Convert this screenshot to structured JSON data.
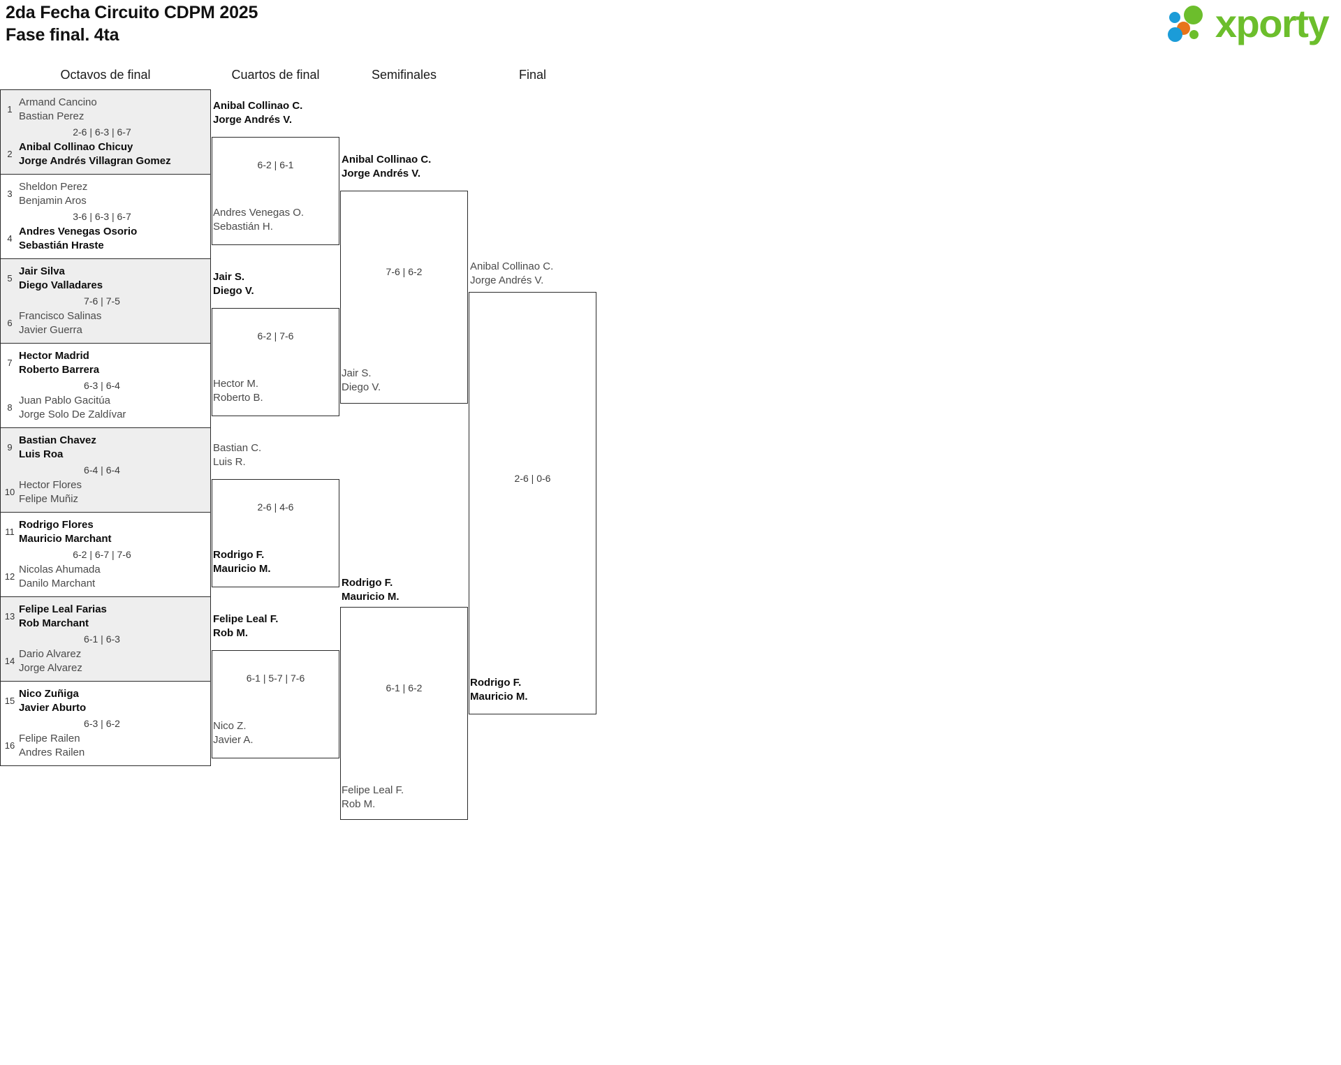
{
  "header": {
    "title_line1": "2da Fecha Circuito CDPM 2025",
    "title_line2": "Fase final. 4ta",
    "brand": "xporty",
    "brand_color": "#6cbe2c",
    "dot_colors": [
      "#1b9cd8",
      "#6cbe2c",
      "#e8741a",
      "#1b9cd8",
      "#6cbe2c"
    ]
  },
  "rounds": [
    {
      "label": "Octavos de final"
    },
    {
      "label": "Cuartos de final"
    },
    {
      "label": "Semifinales"
    },
    {
      "label": "Final"
    }
  ],
  "round1": [
    {
      "shaded": true,
      "score": "2-6 | 6-3 | 6-7",
      "top": {
        "seed": "1",
        "p1": "Armand Cancino",
        "p2": "Bastian Perez",
        "winner": false
      },
      "bottom": {
        "seed": "2",
        "p1": "Anibal Collinao Chicuy",
        "p2": "Jorge Andrés Villagran Gomez",
        "winner": true
      }
    },
    {
      "shaded": false,
      "score": "3-6 | 6-3 | 6-7",
      "top": {
        "seed": "3",
        "p1": "Sheldon Perez",
        "p2": "Benjamin Aros",
        "winner": false
      },
      "bottom": {
        "seed": "4",
        "p1": "Andres Venegas Osorio",
        "p2": "Sebastián Hraste",
        "winner": true
      }
    },
    {
      "shaded": true,
      "score": "7-6 | 7-5",
      "top": {
        "seed": "5",
        "p1": "Jair Silva",
        "p2": "Diego Valladares",
        "winner": true
      },
      "bottom": {
        "seed": "6",
        "p1": "Francisco Salinas",
        "p2": "Javier Guerra",
        "winner": false
      }
    },
    {
      "shaded": false,
      "score": "6-3 | 6-4",
      "top": {
        "seed": "7",
        "p1": "Hector Madrid",
        "p2": "Roberto Barrera",
        "winner": true
      },
      "bottom": {
        "seed": "8",
        "p1": "Juan Pablo Gacitúa",
        "p2": "Jorge Solo De Zaldívar",
        "winner": false
      }
    },
    {
      "shaded": true,
      "score": "6-4 | 6-4",
      "top": {
        "seed": "9",
        "p1": "Bastian Chavez",
        "p2": "Luis Roa",
        "winner": true
      },
      "bottom": {
        "seed": "10",
        "p1": "Hector Flores",
        "p2": "Felipe Muñiz",
        "winner": false
      }
    },
    {
      "shaded": false,
      "score": "6-2 | 6-7 | 7-6",
      "top": {
        "seed": "11",
        "p1": "Rodrigo Flores",
        "p2": "Mauricio Marchant",
        "winner": true
      },
      "bottom": {
        "seed": "12",
        "p1": "Nicolas Ahumada",
        "p2": "Danilo Marchant",
        "winner": false
      }
    },
    {
      "shaded": true,
      "score": "6-1 | 6-3",
      "top": {
        "seed": "13",
        "p1": "Felipe Leal Farias",
        "p2": "Rob Marchant",
        "winner": true
      },
      "bottom": {
        "seed": "14",
        "p1": "Dario Alvarez",
        "p2": "Jorge Alvarez",
        "winner": false
      }
    },
    {
      "shaded": false,
      "score": "6-3 | 6-2",
      "top": {
        "seed": "15",
        "p1": "Nico Zuñiga",
        "p2": "Javier Aburto",
        "winner": true
      },
      "bottom": {
        "seed": "16",
        "p1": "Felipe Railen",
        "p2": "Andres Railen",
        "winner": false
      }
    }
  ],
  "round2": [
    {
      "score": "6-2 | 6-1",
      "top": {
        "p1": "Anibal Collinao C.",
        "p2": "Jorge Andrés V.",
        "winner": true
      },
      "bottom": {
        "p1": "Andres Venegas O.",
        "p2": "Sebastián H.",
        "winner": false
      }
    },
    {
      "score": "6-2 | 7-6",
      "top": {
        "p1": "Jair S.",
        "p2": "Diego V.",
        "winner": true
      },
      "bottom": {
        "p1": "Hector M.",
        "p2": "Roberto B.",
        "winner": false
      }
    },
    {
      "score": "2-6 | 4-6",
      "top": {
        "p1": "Bastian C.",
        "p2": "Luis R.",
        "winner": false
      },
      "bottom": {
        "p1": "Rodrigo F.",
        "p2": "Mauricio M.",
        "winner": true
      }
    },
    {
      "score": "6-1 | 5-7 | 7-6",
      "top": {
        "p1": "Felipe Leal F.",
        "p2": "Rob M.",
        "winner": true
      },
      "bottom": {
        "p1": "Nico Z.",
        "p2": "Javier A.",
        "winner": false
      }
    }
  ],
  "round3": [
    {
      "score": "7-6 | 6-2",
      "top": {
        "p1": "Anibal Collinao C.",
        "p2": "Jorge Andrés V.",
        "winner": true
      },
      "bottom": {
        "p1": "Jair S.",
        "p2": "Diego V.",
        "winner": false
      }
    },
    {
      "score": "6-1 | 6-2",
      "top": {
        "p1": "Rodrigo F.",
        "p2": "Mauricio M.",
        "winner": true
      },
      "bottom": {
        "p1": "Felipe Leal F.",
        "p2": "Rob M.",
        "winner": false
      }
    }
  ],
  "round4": [
    {
      "score": "2-6 | 0-6",
      "top": {
        "p1": "Anibal Collinao C.",
        "p2": "Jorge Andrés V.",
        "winner": false
      },
      "bottom": {
        "p1": "Rodrigo F.",
        "p2": "Mauricio M.",
        "winner": true
      }
    }
  ]
}
